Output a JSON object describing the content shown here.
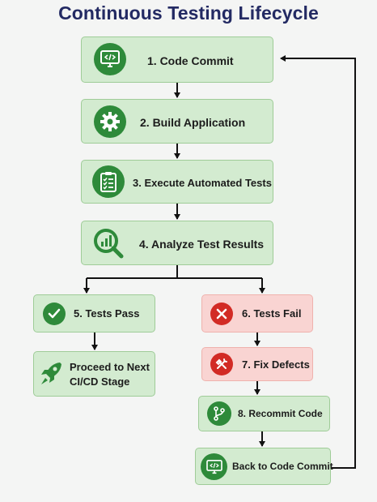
{
  "title": "Continuous Testing Lifecycle",
  "steps": {
    "code_commit": "1. Code Commit",
    "build": "2. Build Application",
    "execute": "3. Execute Automated Tests",
    "analyze": "4. Analyze Test Results",
    "pass": "5. Tests Pass",
    "proceed_line1": "Proceed to Next",
    "proceed_line2": "CI/CD Stage",
    "fail": "6. Tests Fail",
    "fix": "7. Fix Defects",
    "recommit": "8. Recommit Code",
    "back": "Back to Code Commit"
  },
  "icons": {
    "code_commit": "code-screen-icon",
    "build": "gear-icon",
    "execute": "clipboard-checklist-icon",
    "analyze": "magnifier-chart-icon",
    "pass": "checkmark-icon",
    "proceed": "rocket-icon",
    "fail": "x-icon",
    "fix": "tools-icon",
    "recommit": "git-branch-icon",
    "back": "code-screen-icon"
  },
  "colors": {
    "title": "#232a63",
    "green_box": "#d3ebd0",
    "red_box": "#f9d4d2",
    "green_icon": "#2e8a3a",
    "red_icon": "#d22b25"
  }
}
